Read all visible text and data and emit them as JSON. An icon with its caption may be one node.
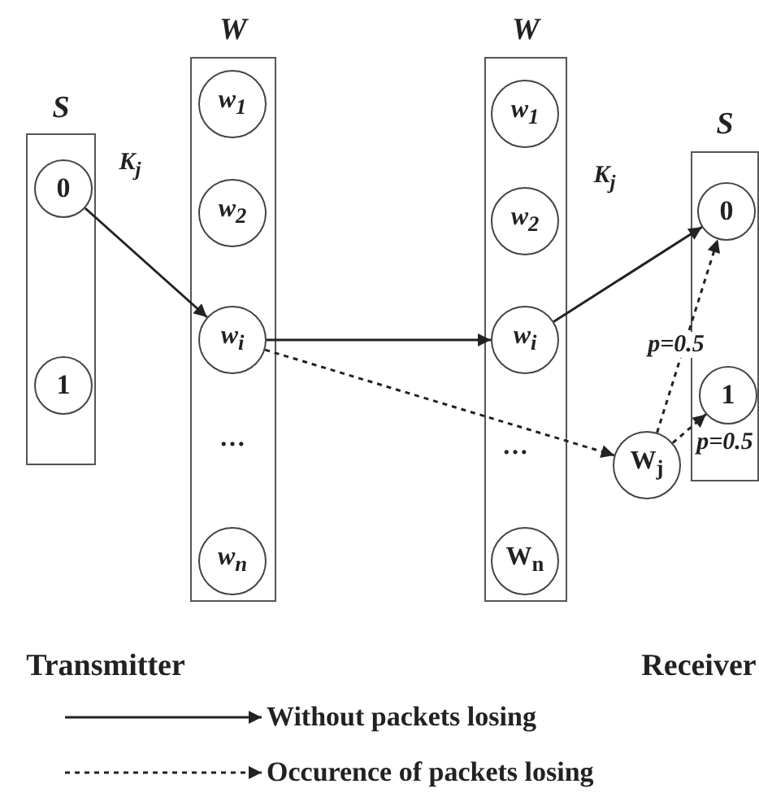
{
  "diagram": {
    "nodes": [
      {
        "text": [
          "S"
        ]
      },
      {
        "text": [
          "0"
        ],
        "in": 0
      },
      {
        "text": [
          "1"
        ],
        "in": 0
      },
      {
        "text": [
          "W"
        ]
      },
      {
        "text": [
          "w$_{1}$"
        ],
        "in": 3
      },
      {
        "text": [
          "w$_{2}$"
        ],
        "in": 3
      },
      {
        "text": [
          "w$_{i}$"
        ],
        "in": 3
      },
      {
        "text": [
          "w$_{n}$"
        ],
        "in": 3
      },
      {
        "text": [
          "W"
        ]
      },
      {
        "text": [
          "w$_{1}$"
        ],
        "in": 8
      },
      {
        "text": [
          "w$_{2}$"
        ],
        "in": 8
      },
      {
        "text": [
          "w$_{i}$"
        ],
        "in": 8
      },
      {
        "text": [
          "W$_{n}$"
        ],
        "in": 8
      },
      {
        "text": [
          "W$_{j}$"
        ]
      },
      {
        "text": [
          "S"
        ]
      },
      {
        "text": [
          "0"
        ],
        "in": 14
      },
      {
        "text": [
          "1"
        ],
        "in": 14
      }
    ],
    "edges": [
      {
        "from": 1,
        "to": 6,
        "arrow": "to",
        "label": "K$_{j}$"
      },
      {
        "from": 6,
        "to": 11,
        "arrow": "to"
      },
      {
        "from": 6,
        "to": 13,
        "arrow": "to",
        "style": "dashed"
      },
      {
        "from": 11,
        "to": 15,
        "arrow": "to",
        "label": "K$_{j}$"
      },
      {
        "from": 13,
        "to": 15,
        "arrow": "to",
        "style": "dashed",
        "label": "p=0.5"
      },
      {
        "from": 13,
        "to": 16,
        "arrow": "to",
        "style": "dashed",
        "label": "p=0.5"
      }
    ],
    "labels": [
      "…",
      "…",
      "Transmitter",
      "Receiver"
    ],
    "legend": [
      {
        "text": "Without packets losing"
      },
      {
        "text": "Occurence of packets losing"
      }
    ]
  }
}
